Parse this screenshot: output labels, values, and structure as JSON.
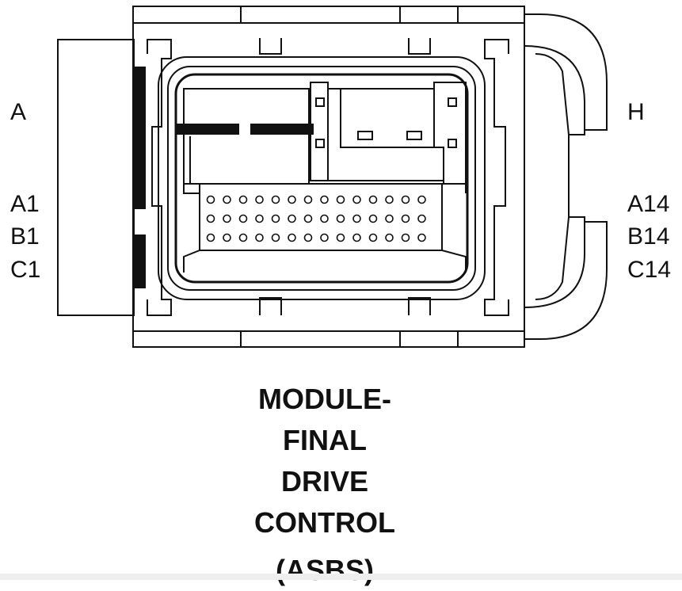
{
  "labels": {
    "left_top": "A",
    "left_a": "A1",
    "left_b": "B1",
    "left_c": "C1",
    "right_top": "H",
    "right_a": "A14",
    "right_b": "B14",
    "right_c": "C14"
  },
  "title": {
    "line1": "MODULE-",
    "line2": "FINAL",
    "line3": "DRIVE",
    "line4": "CONTROL",
    "code": "(ASBS)"
  },
  "colors": {
    "line": "#111111",
    "background": "#ffffff"
  }
}
